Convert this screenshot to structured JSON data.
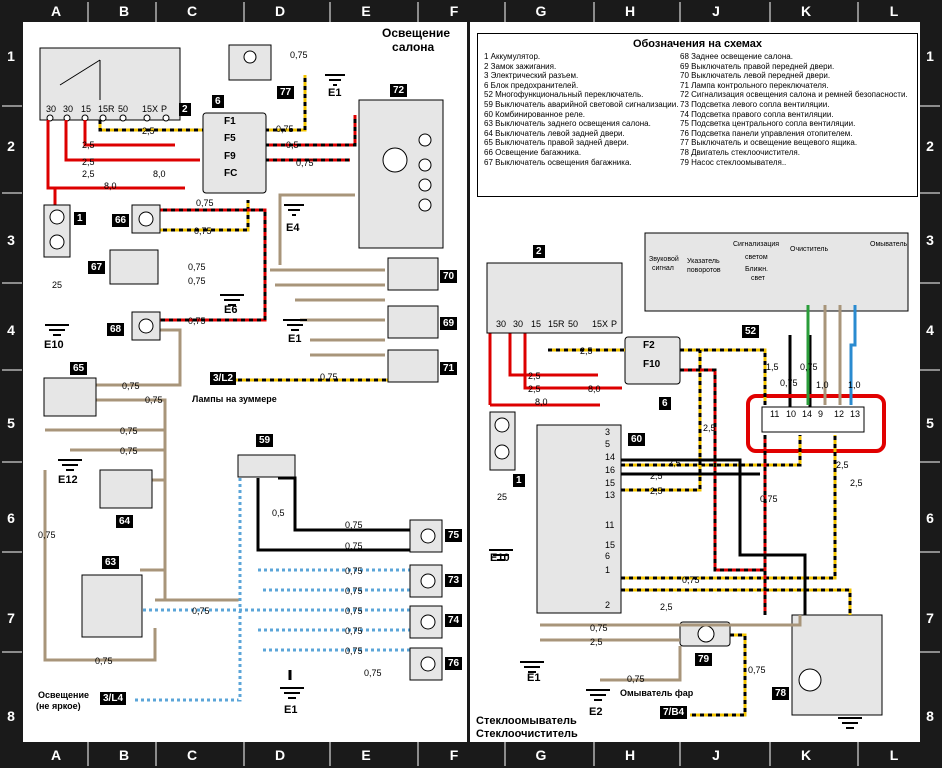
{
  "columns": [
    "A",
    "B",
    "C",
    "D",
    "E",
    "F",
    "G",
    "H",
    "J",
    "K",
    "L"
  ],
  "rows": [
    "1",
    "2",
    "3",
    "4",
    "5",
    "6",
    "7",
    "8"
  ],
  "left_title": [
    "Освещение",
    "салона"
  ],
  "legend": {
    "title": "Обозначения на схемах",
    "left": [
      "1 Аккумулятор.",
      "2 Замок зажигания.",
      "3 Электрический разъем.",
      "6 Блок предохранителей.",
      "52 Многофункциональный переключатель.",
      "59 Выключатель аварийной световой сигнализации.",
      "60 Комбинированное реле.",
      "63 Выключатель заднего освещения салона.",
      "64 Выключатель левой задней двери.",
      "65 Выключатель правой задней двери.",
      "66 Освещение багажника.",
      "67 Выключатель освещения багажника."
    ],
    "right": [
      "68 Заднее освещение салона.",
      "69 Выключатель правой передней двери.",
      "70 Выключатель левой передней двери.",
      "71 Лампа контрольного переключателя.",
      "72 Сигнализация освещения салона и ремней безопасности.",
      "73 Подсветка левого сопла вентиляции.",
      "74 Подсветка правого сопла вентиляции.",
      "75 Подсветка центрального сопла вентиляции.",
      "76 Подсветка панели управления отопителем.",
      "77 Выключатель и освещение вещевого ящика.",
      "78 Двигатель стеклоочистителя.",
      "79 Насос стеклоомывателя.."
    ]
  },
  "component_numbers": {
    "n1": "1",
    "n2": "2",
    "n6": "6",
    "n59": "59",
    "n60": "60",
    "n63": "63",
    "n64": "64",
    "n65": "65",
    "n66": "66",
    "n67": "67",
    "n68": "68",
    "n69": "69",
    "n70": "70",
    "n71": "71",
    "n72": "72",
    "n73": "73",
    "n74": "74",
    "n75": "75",
    "n76": "76",
    "n77": "77",
    "n78": "78",
    "n79": "79",
    "n52": "52"
  },
  "grounds": {
    "E1a": "E1",
    "E1b": "E1",
    "E1c": "E1",
    "E1d": "E1",
    "E2": "E2",
    "E4": "E4",
    "E6": "E6",
    "E10a": "E10",
    "E10b": "E10",
    "E12": "E12"
  },
  "fuses": {
    "F1": "F1",
    "F5": "F5",
    "F9": "F9",
    "FC": "FC",
    "F2": "F2",
    "F10": "F10"
  },
  "refs": {
    "l2": "3/L2",
    "l4": "3/L4",
    "b4": "7/B4"
  },
  "captions": {
    "buzzer": "Лампы на зуммере",
    "dim1": "Освещение",
    "dim2": "(не яркое)",
    "washer1": "Стеклоомыватель",
    "washer2": "Стеклоочиститель",
    "headwash": "Омыватель фар",
    "horn1": "Звуковой",
    "horn2": "сигнал",
    "turn1": "Указатель",
    "turn2": "поворотов",
    "sig": "Сигнализация",
    "light1": "светом",
    "light2": "Ближн.",
    "light3": "свет",
    "wiper": "Очиститель",
    "washer": "Омыватель"
  },
  "switch_terms": [
    "30",
    "30",
    "15",
    "15R",
    "50",
    "15X",
    "P"
  ],
  "connector_pins": [
    "11",
    "10",
    "14",
    "9",
    "12",
    "13"
  ],
  "relay_pins": [
    "3",
    "5",
    "14",
    "16",
    "15",
    "13",
    "11",
    "15",
    "6",
    "1",
    "2"
  ],
  "wire_sizes": {
    "w25": "2,5",
    "w8": "8,0",
    "w075": "0,75",
    "w05": "0,5",
    "w10": "1,0",
    "w15": "1,5",
    "w25n": "25"
  },
  "accent_color": "#e10000"
}
